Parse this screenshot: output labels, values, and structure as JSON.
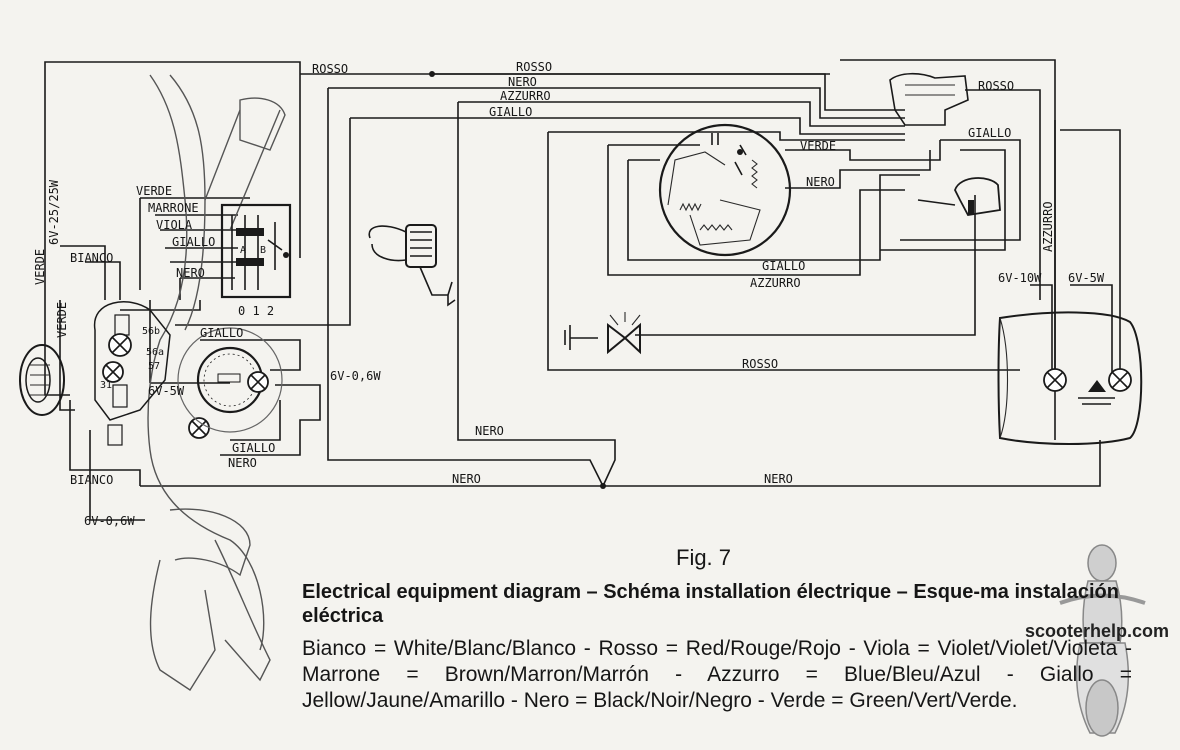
{
  "diagram": {
    "wire_labels": {
      "rosso_top": "ROSSO",
      "rosso_top2": "ROSSO",
      "nero_top": "NERO",
      "azzurro_top": "AZZURRO",
      "giallo_top": "GIALLO",
      "verde_stator": "VERDE",
      "nero_stator": "NERO",
      "giallo_stator": "GIALLO",
      "azzurro_stator": "AZZURRO",
      "rosso_right": "ROSSO",
      "giallo_right": "GIALLO",
      "azzurro_vertical": "AZZURRO",
      "rosso_mid": "ROSSO",
      "nero_mid": "NERO",
      "nero_bottom_left": "NERO",
      "nero_bottom_right": "NERO",
      "verde_switch": "VERDE",
      "marrone": "MARRONE",
      "viola": "VIOLA",
      "giallo_switch": "GIALLO",
      "nero_switch": "NERO",
      "bianco_left": "BIANCO",
      "verde_left_vertical": "VERDE",
      "verde_left_vertical2": "VERDE",
      "bianco_bottom": "BIANCO",
      "giallo_speedo": "GIALLO",
      "giallo_lower": "GIALLO",
      "nero_lower": "NERO",
      "switch_positions": "0 1 2"
    },
    "bulb_ratings": {
      "headlamp": "6V-25/25W",
      "speedo_lamp": "6V-0,6W",
      "pilot_lamp": "6V-5W",
      "lower_lamp": "6V-0,6W",
      "tail_stop": "6V-10W",
      "tail_lamp": "6V-5W"
    },
    "terminal_labels": {
      "t56b": "56b",
      "t56a": "56a",
      "t57": "57",
      "t31": "31"
    },
    "switch_letters": {
      "a": "A",
      "b": "B"
    }
  },
  "caption": {
    "figure": "Fig. 7",
    "title": "Electrical equipment diagram – Schéma installation électrique – Esque-ma instalación eléctrica",
    "legend": "Bianco = White/Blanc/Blanco - Rosso = Red/Rouge/Rojo - Viola = Violet/Violet/Violeta - Marrone = Brown/Marron/Marrón - Azzurro = Blue/Bleu/Azul - Giallo = Jellow/Jaune/Amarillo - Nero = Black/Noir/Negro - Verde = Green/Vert/Verde."
  },
  "watermark": {
    "text": "scooterhelp.com"
  }
}
